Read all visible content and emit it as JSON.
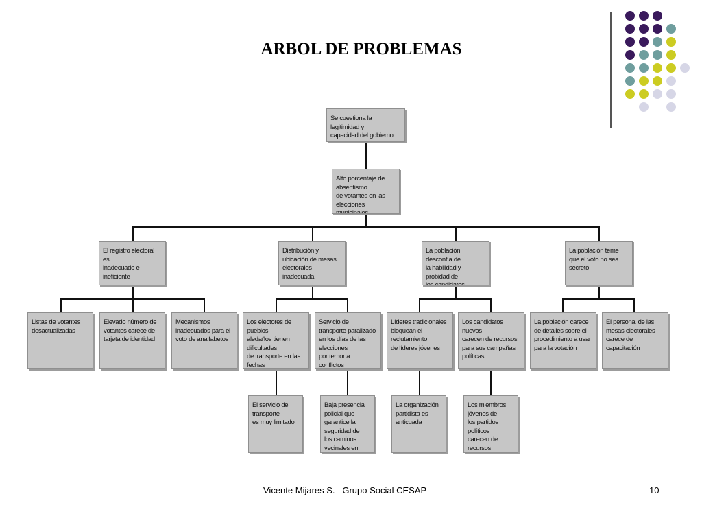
{
  "title": "ARBOL DE PROBLEMAS",
  "colors": {
    "purple": "#3a1a5c",
    "teal": "#6f9e9e",
    "yellow": "#cccc22",
    "lavender": "#d6d6e6",
    "box_fill": "#c6c6c6"
  },
  "decoration_dots": [
    [
      "purple",
      "purple",
      "purple",
      ""
    ],
    [
      "purple",
      "purple",
      "purple",
      "teal"
    ],
    [
      "purple",
      "purple",
      "teal",
      "yellow"
    ],
    [
      "purple",
      "teal",
      "teal",
      "yellow"
    ],
    [
      "teal",
      "teal",
      "yellow",
      "yellow",
      "lavender"
    ],
    [
      "teal",
      "yellow",
      "yellow",
      "lavender"
    ],
    [
      "yellow",
      "yellow",
      "lavender",
      "lavender"
    ],
    [
      "",
      "lavender",
      "",
      "lavender"
    ]
  ],
  "tree": {
    "effect": "Se cuestiona la legitimidad y\ncapacidad del gobierno local",
    "problem": "Alto porcentaje de absentismo\nde votantes en las elecciones\nmunicipales",
    "causes": [
      "El registro electoral es\n inadecuado e ineficiente",
      "Distribución y ubicación de mesas\nelectorales inadecuada",
      "La población desconfía de\nla habilidad y probidad de\nlos candidatos",
      "La población teme\nque el voto no sea\nsecreto"
    ],
    "subcauses": [
      "Listas de votantes\ndesactualizadas",
      "Elevado número de\nvotantes carece de\ntarjeta de identidad",
      "Mecanismos\n inadecuados para el\nvoto de analfabetos",
      "Los electores de pueblos\naledaños tienen dificultades\nde transporte en las fechas\nelectorales",
      "Servicio de transporte paralizado\nen los días de las elecciones\npor temor a conflictos",
      "Líderes tradicionales\nbloquean el reclutamiento\nde líderes jóvenes",
      "Los candidatos nuevos\ncarecen de recursos\npara sus campañas\npolíticas",
      "La población carece\nde detalles sobre el\nprocedimiento a usar\npara la votación",
      "El personal de las\nmesas electorales\ncarece de\ncapacitación"
    ],
    "root_causes": [
      "El servicio de transporte\nes muy limitado",
      "Baja presencia policial que\ngarantice la seguridad de\nlos caminos vecinales en\nlos días electorales",
      "La organización\npartidista es\nanticuada",
      "Los miembros jóvenes de\nlos partidos políticos\ncarecen de recursos\npara darse a conocer"
    ]
  },
  "footer": {
    "author": "Vicente Mijares S.   Grupo Social CESAP",
    "page": "10"
  }
}
